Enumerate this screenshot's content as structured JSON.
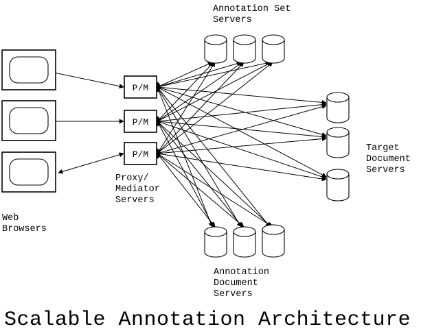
{
  "figure": {
    "title": "Scalable Annotation Architecture",
    "background_color": "#ffffff",
    "line_color": "#000000"
  },
  "labels": {
    "annotation_set_servers": {
      "line1": "Annotation Set",
      "line2": "Servers"
    },
    "target_document_servers": {
      "line1": "Target",
      "line2": "Document",
      "line3": "Servers"
    },
    "proxy_mediator_servers": {
      "line1": "Proxy/",
      "line2": "Mediator",
      "line3": "Servers"
    },
    "web_browsers": {
      "line1": "Web",
      "line2": "Browsers"
    },
    "annotation_document_servers": {
      "line1": "Annotation",
      "line2": "Document",
      "line3": "Servers"
    }
  },
  "nodes": {
    "web_browsers": [
      {
        "name": "web-browser-1",
        "icon": "browser-window-icon"
      },
      {
        "name": "web-browser-2",
        "icon": "browser-window-icon"
      },
      {
        "name": "web-browser-3",
        "icon": "browser-window-icon"
      }
    ],
    "proxy_mediators": [
      {
        "name": "proxy-mediator-1",
        "label": "P/M"
      },
      {
        "name": "proxy-mediator-2",
        "label": "P/M"
      },
      {
        "name": "proxy-mediator-3",
        "label": "P/M"
      }
    ],
    "annotation_set_servers": [
      {
        "name": "annotation-set-server-1",
        "icon": "database-cylinder-icon"
      },
      {
        "name": "annotation-set-server-2",
        "icon": "database-cylinder-icon"
      },
      {
        "name": "annotation-set-server-3",
        "icon": "database-cylinder-icon"
      }
    ],
    "target_document_servers": [
      {
        "name": "target-document-server-1",
        "icon": "database-cylinder-icon"
      },
      {
        "name": "target-document-server-2",
        "icon": "database-cylinder-icon"
      },
      {
        "name": "target-document-server-3",
        "icon": "database-cylinder-icon"
      }
    ],
    "annotation_document_servers": [
      {
        "name": "annotation-document-server-1",
        "icon": "database-cylinder-icon"
      },
      {
        "name": "annotation-document-server-2",
        "icon": "database-cylinder-icon"
      },
      {
        "name": "annotation-document-server-3",
        "icon": "database-cylinder-icon"
      }
    ]
  },
  "edges": {
    "browser_to_proxy": "bidirectional",
    "proxy_to_servers": "bidirectional-mesh",
    "mesh_description": "each of the 3 proxy/mediator servers connects to all 3 annotation set servers, all 3 target document servers and all 3 annotation document servers"
  }
}
